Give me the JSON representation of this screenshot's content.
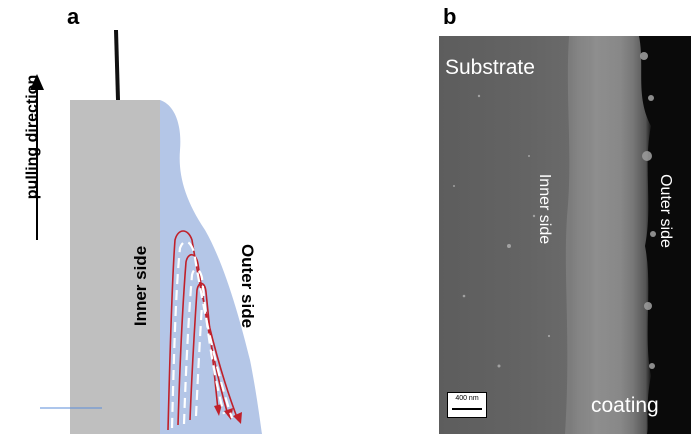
{
  "panel_a": {
    "letter": "a",
    "pulling_direction": "pulling direction",
    "inner_side": "Inner side",
    "outer_side": "Outer side"
  },
  "panel_b": {
    "letter": "b",
    "substrate": "Substrate",
    "inner_side": "Inner side",
    "outer_side": "Outer side",
    "coating": "coating",
    "scale_bar": "400 nm"
  },
  "colors": {
    "substrate_gray": "#bfbfbf",
    "coating_blue": "#b4c6e7",
    "flow_arrow_red": "#c0202a",
    "flow_arrow_white": "#ffffff"
  }
}
